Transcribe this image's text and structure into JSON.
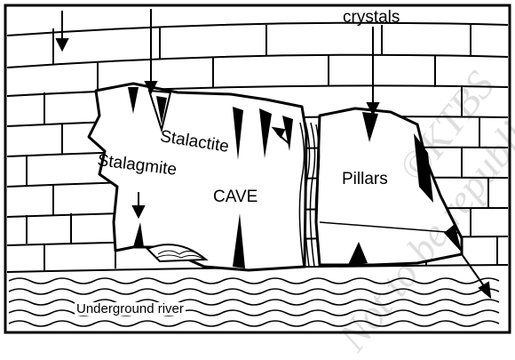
{
  "labels": {
    "crystals": "crystals",
    "stalactite": "Stalactite",
    "stalagmite": "Stalagmite",
    "cave": "CAVE",
    "pillars": "Pillars",
    "underground_river": "Underground river"
  },
  "watermark": {
    "line1": "©KTBS",
    "line2": "Not to be republished"
  }
}
